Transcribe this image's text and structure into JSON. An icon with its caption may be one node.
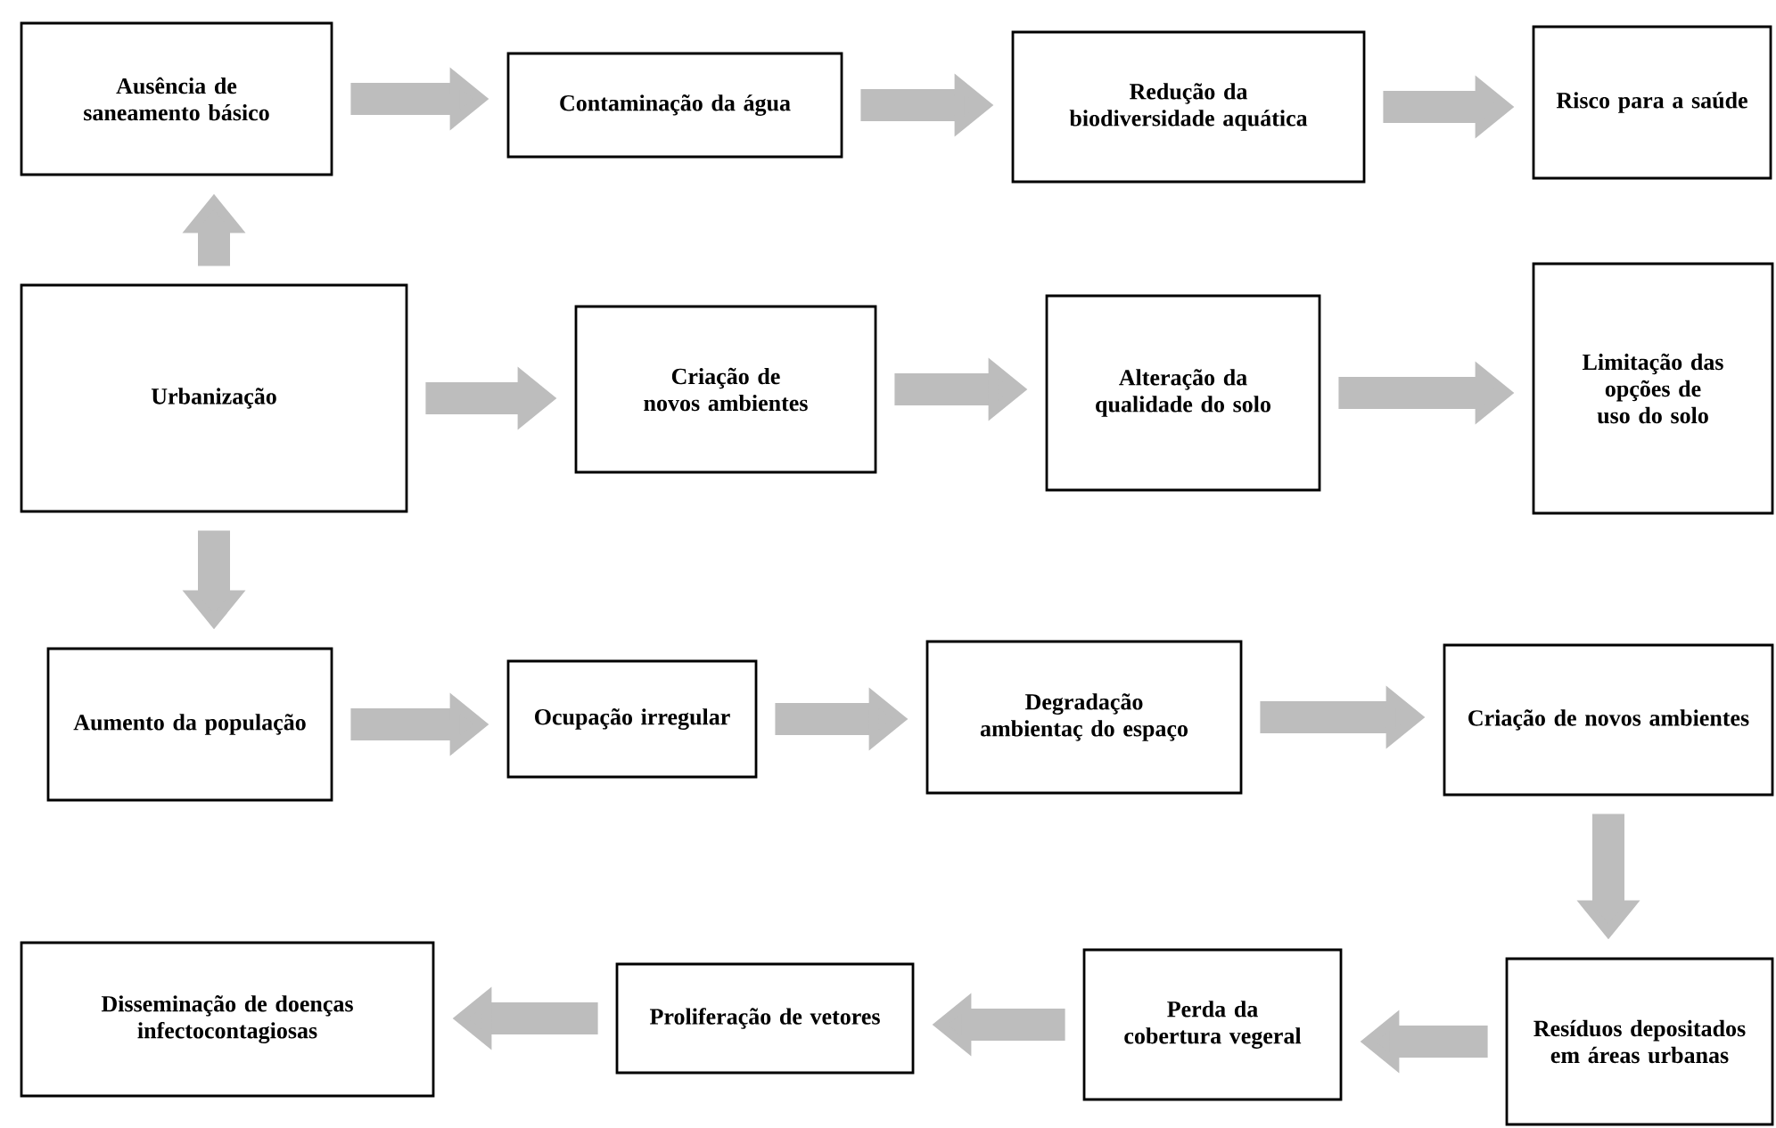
{
  "diagram": {
    "nodes": [
      {
        "text": [
          "Ausência de saneamento básico"
        ]
      },
      {
        "text": [
          "Contaminação da água"
        ]
      },
      {
        "text": [
          "Redução da biodiversidade aquática"
        ]
      },
      {
        "text": [
          "Risco para a saúde"
        ]
      },
      {
        "text": [
          "Urbanização"
        ]
      },
      {
        "text": [
          "Criação de novos ambientes"
        ]
      },
      {
        "text": [
          "Alteração da qualidade do solo"
        ]
      },
      {
        "text": [
          "Limitação das opções de uso do solo"
        ]
      },
      {
        "text": [
          "Aumento da população"
        ]
      },
      {
        "text": [
          "Ocupação irregular"
        ]
      },
      {
        "text": [
          "Degradação ambientaç do espaço"
        ]
      },
      {
        "text": [
          "Criação de novos ambientes"
        ]
      },
      {
        "text": [
          "Resíduos depositados em áreas urbanas"
        ]
      },
      {
        "text": [
          "Perda da cobertura vegeral"
        ]
      },
      {
        "text": [
          "Proliferação de vetores"
        ]
      },
      {
        "text": [
          "Disseminação de doenças infectocontagiosas"
        ]
      }
    ],
    "edges": [
      {
        "from": 4,
        "to": 0,
        "arrow": "to"
      },
      {
        "from": 0,
        "to": 1,
        "arrow": "to"
      },
      {
        "from": 1,
        "to": 2,
        "arrow": "to"
      },
      {
        "from": 2,
        "to": 3,
        "arrow": "to"
      },
      {
        "from": 4,
        "to": 5,
        "arrow": "to"
      },
      {
        "from": 5,
        "to": 6,
        "arrow": "to"
      },
      {
        "from": 6,
        "to": 7,
        "arrow": "to"
      },
      {
        "from": 4,
        "to": 8,
        "arrow": "to"
      },
      {
        "from": 8,
        "to": 9,
        "arrow": "to"
      },
      {
        "from": 9,
        "to": 10,
        "arrow": "to"
      },
      {
        "from": 10,
        "to": 11,
        "arrow": "to"
      },
      {
        "from": 11,
        "to": 12,
        "arrow": "to"
      },
      {
        "from": 12,
        "to": 13,
        "arrow": "to"
      },
      {
        "from": 13,
        "to": 14,
        "arrow": "to"
      },
      {
        "from": 14,
        "to": 15,
        "arrow": "to"
      }
    ]
  }
}
